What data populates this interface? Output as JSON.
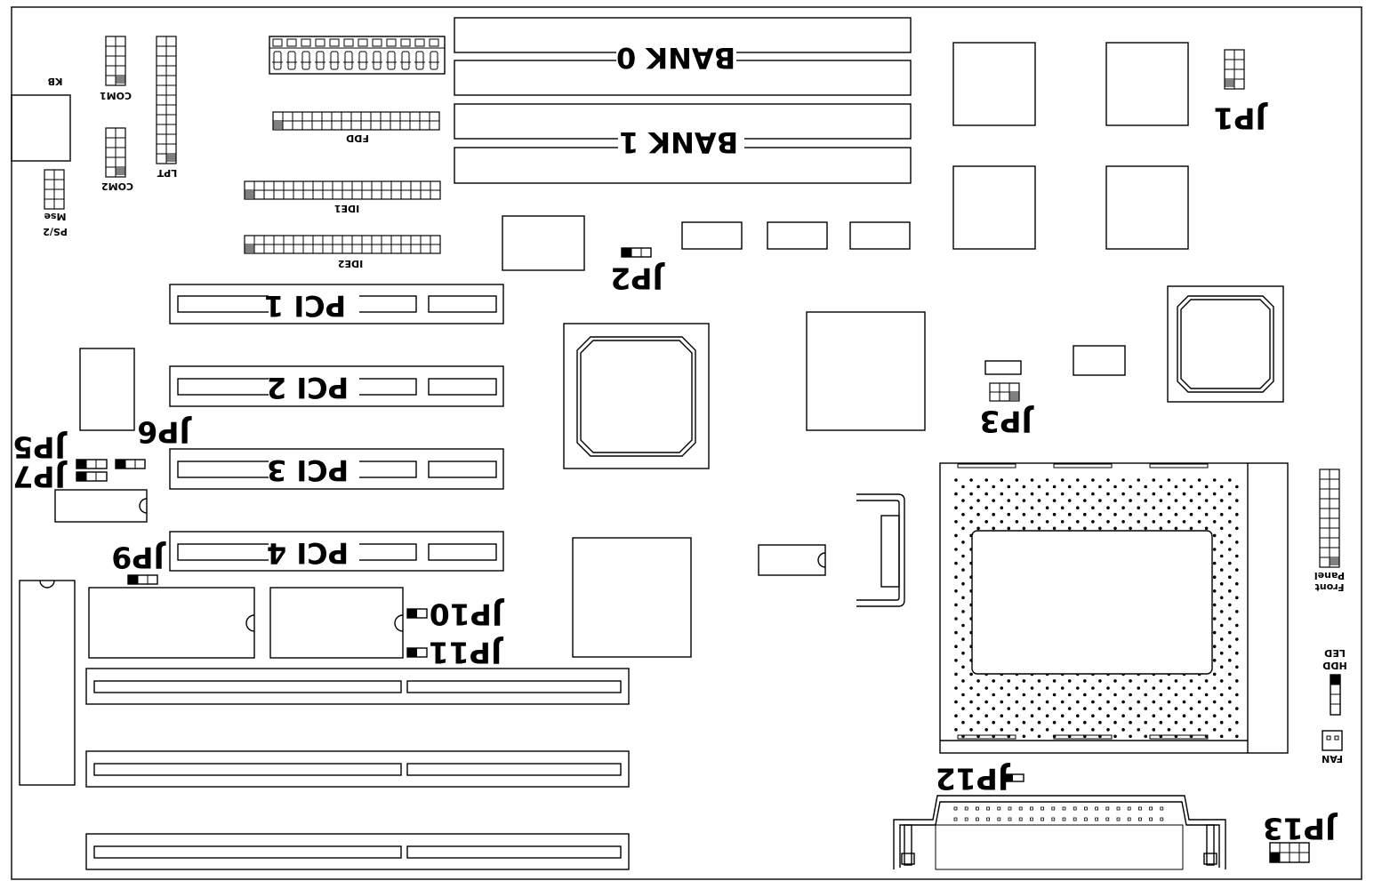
{
  "labels": {
    "bank0": "BANK 0",
    "bank1": "BANK 1",
    "pci1": "PCI 1",
    "pci2": "PCI 2",
    "pci3": "PCI 3",
    "pci4": "PCI 4",
    "jp1": "JP1",
    "jp2": "JP2",
    "jp3": "JP3",
    "jp5": "JP5",
    "jp6": "JP6",
    "jp7": "JP7",
    "jp9": "JP9",
    "jp10": "JP10",
    "jp11": "JP11",
    "jp12": "JP12",
    "jp13": "JP13",
    "kb": "KB",
    "com1": "COM1",
    "com2": "COM2",
    "lpt": "LPT",
    "fdd": "FDD",
    "ide1": "IDE1",
    "ide2": "IDE2",
    "ps2": "PS/2",
    "mse": "Mse",
    "front": "Front",
    "panel": "Panel",
    "hdd": "HDD",
    "led": "LED",
    "fan": "FAN"
  }
}
